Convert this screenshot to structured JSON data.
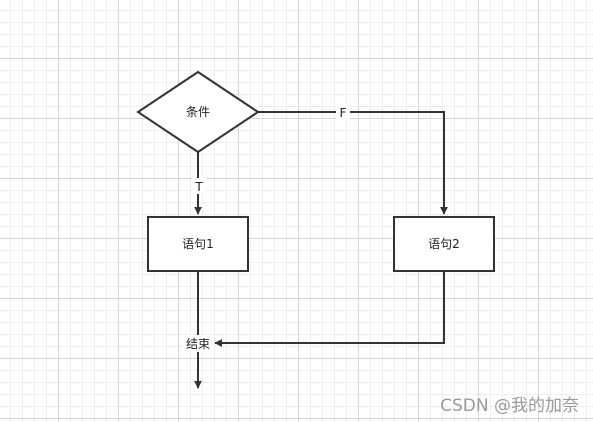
{
  "diagram": {
    "nodes": {
      "condition": "条件",
      "statement1": "语句1",
      "statement2": "语句2",
      "end": "结束"
    },
    "edges": {
      "true_label": "T",
      "false_label": "F"
    }
  },
  "watermark": "CSDN @我的加奈",
  "colors": {
    "stroke": "#333333",
    "grid_major": "#d6d6d6",
    "grid_minor": "#eeeeee",
    "watermark": "#9a9a9a"
  }
}
